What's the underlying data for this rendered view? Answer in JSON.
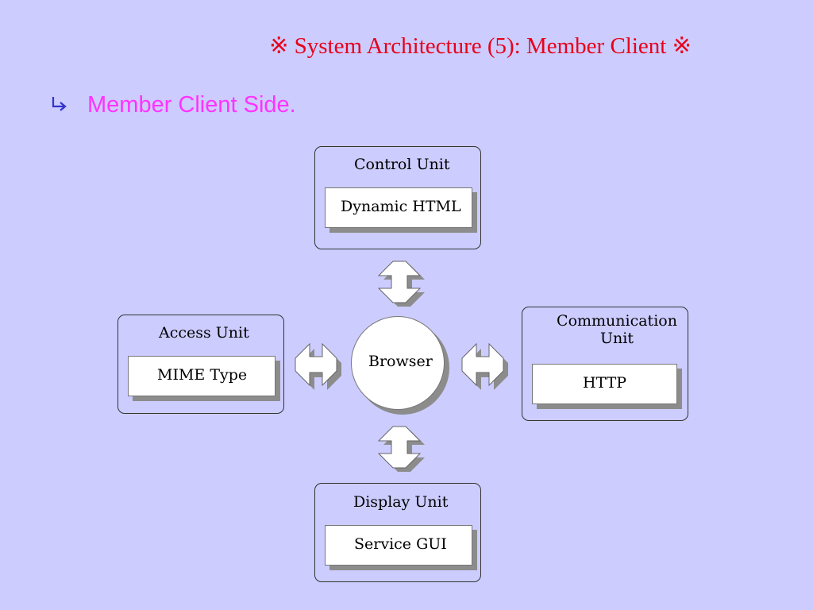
{
  "slide": {
    "title": "※ System Architecture (5): Member Client ※",
    "bullet": "Member Client Side.",
    "title_color": "#e8001a",
    "bullet_color": "#ff33ff",
    "bullet_icon": "right-arrow-curved-icon",
    "bullet_icon_color": "#3333cc",
    "background_color": "#ccccff"
  },
  "diagram": {
    "center": {
      "label": "Browser"
    },
    "units": {
      "control": {
        "label": "Control Unit",
        "inner": "Dynamic HTML"
      },
      "access": {
        "label": "Access Unit",
        "inner": "MIME Type"
      },
      "communication": {
        "label_line1": "Communication",
        "label_line2": "Unit",
        "inner": "HTTP"
      },
      "display": {
        "label": "Display Unit",
        "inner": "Service GUI"
      }
    },
    "connectors": [
      "top",
      "left",
      "right",
      "bottom"
    ]
  }
}
